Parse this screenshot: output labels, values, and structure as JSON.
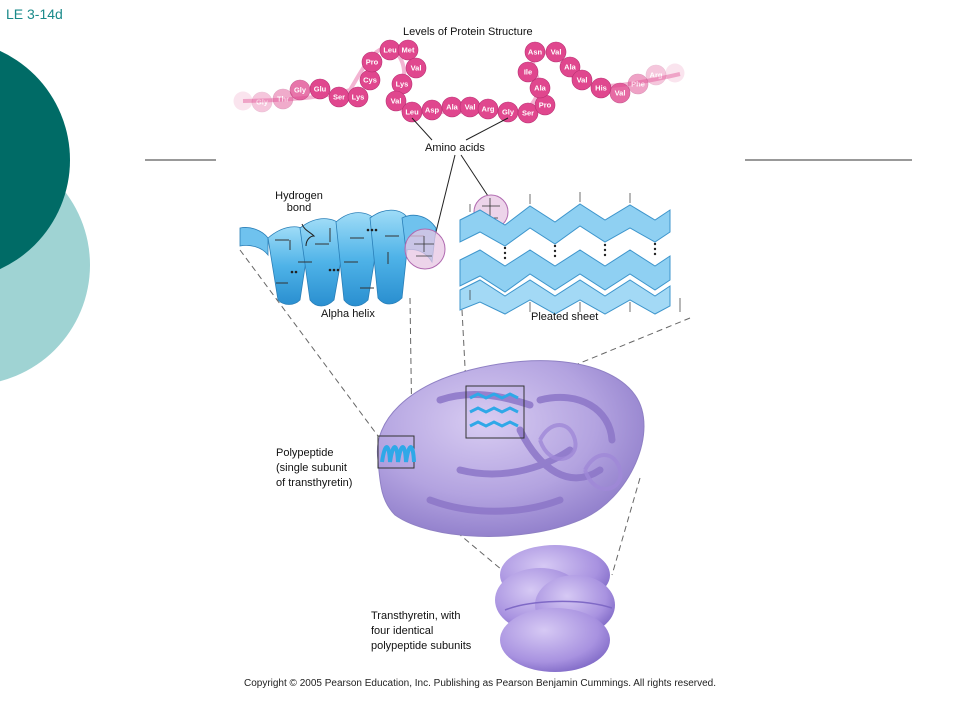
{
  "slide_id": "LE 3-14d",
  "title": "Levels of Protein Structure",
  "labels": {
    "amino_acids": "Amino acids",
    "hydrogen_bond_line1": "Hydrogen",
    "hydrogen_bond_line2": "bond",
    "alpha_helix": "Alpha helix",
    "pleated_sheet": "Pleated sheet",
    "polypeptide_line1": "Polypeptide",
    "polypeptide_line2": "(single subunit",
    "polypeptide_line3": "of transthyretin)",
    "transthyretin_line1": "Transthyretin, with",
    "transthyretin_line2": "four identical",
    "transthyretin_line3": "polypeptide subunits"
  },
  "amino_acid_chain": [
    "Gly",
    "Thr",
    "Gly",
    "Glu",
    "Ser",
    "Lys",
    "Cys",
    "Pro",
    "Leu",
    "Met",
    "Val",
    "Lys",
    "Val",
    "Leu",
    "Asp",
    "Ala",
    "Val",
    "Arg",
    "Gly",
    "Ser",
    "Pro",
    "Ala",
    "Ile",
    "Asn",
    "Val",
    "Ala",
    "Val",
    "His",
    "Val",
    "Phe",
    "Arg"
  ],
  "copyright": "Copyright © 2005 Pearson Education, Inc. Publishing as Pearson Benjamin Cummings. All rights reserved.",
  "colors": {
    "teal_dark": "#006b66",
    "teal_light": "#9fd3d3",
    "amino_pink": "#e0478e",
    "helix_blue": "#4fb3e8",
    "sheet_blue": "#8fd0f2",
    "protein_purple": "#b3a3e0"
  }
}
